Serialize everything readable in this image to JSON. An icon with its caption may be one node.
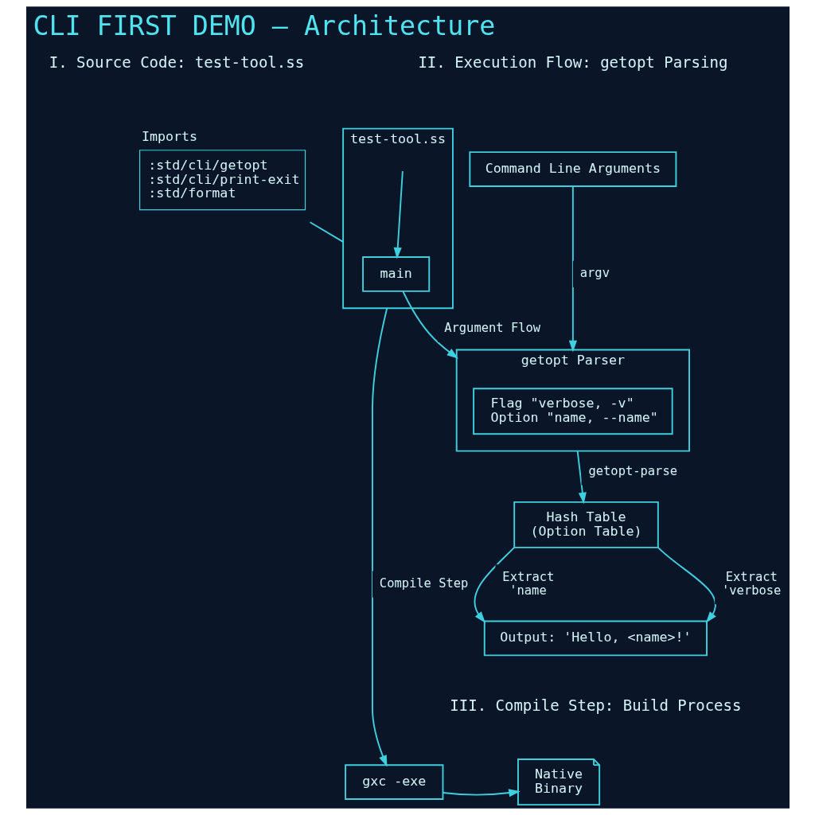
{
  "diagram": {
    "title": "CLI FIRST DEMO — Architecture",
    "nodes": [
      {
        "text": [
          "test-tool.ss"
        ]
      },
      {
        "text": [
          "main"
        ],
        "in": 0
      },
      {
        "text": [
          "Imports",
          ":std/cli/getopt",
          ":std/cli/print-exit",
          ":std/format"
        ]
      },
      {
        "text": [
          "Command Line Arguments"
        ]
      },
      {
        "text": [
          "getopt Parser"
        ]
      },
      {
        "text": [
          "Flag \"verbose, -v\"",
          "Option \"name, --name\""
        ],
        "in": 4
      },
      {
        "text": [
          "Hash Table (Option Table)"
        ]
      },
      {
        "text": [
          "Output: 'Hello, <name>!'"
        ]
      },
      {
        "text": [
          "gxc -exe"
        ]
      },
      {
        "text": [
          "Native Binary"
        ]
      }
    ],
    "edges": [
      {
        "from": 0,
        "to": 2,
        "arrow": "none"
      },
      {
        "from": null,
        "to": 1,
        "arrow": "to"
      },
      {
        "from": 1,
        "to": 4,
        "arrow": "to",
        "label": "Argument Flow"
      },
      {
        "from": 3,
        "to": 4,
        "arrow": "to",
        "label": "argv"
      },
      {
        "from": 4,
        "to": 6,
        "arrow": "to",
        "label": "getopt-parse"
      },
      {
        "from": 6,
        "to": 7,
        "arrow": "to",
        "label": "Extract 'name"
      },
      {
        "from": 6,
        "to": 7,
        "arrow": "to",
        "label": "Extract 'verbose"
      },
      {
        "from": 0,
        "to": 8,
        "arrow": "to",
        "label": "Compile Step"
      },
      {
        "from": 8,
        "to": 9,
        "arrow": "to"
      }
    ],
    "labels": [
      "I. Source Code: test-tool.ss",
      "II. Execution Flow: getopt Parsing",
      "III. Compile Step: Build Process"
    ]
  }
}
